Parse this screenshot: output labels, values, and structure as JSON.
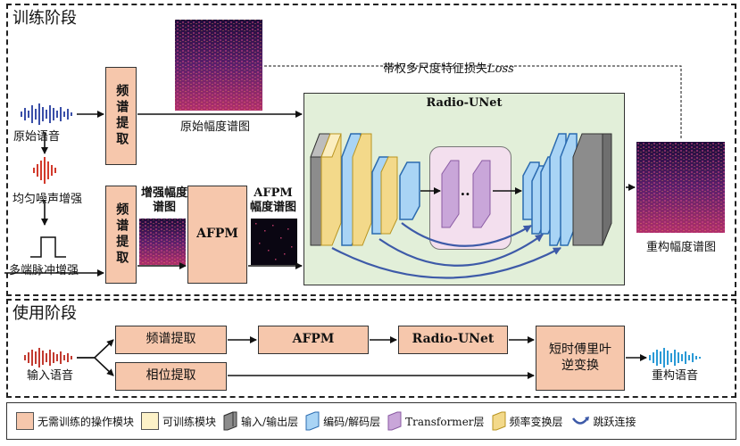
{
  "training": {
    "title": "训练阶段",
    "raw_speech": "原始语音",
    "uniform_noise": "均匀噪声增强",
    "multi_pulse": "多端脉冲增强",
    "spec_extract": "频谱提取",
    "raw_spec_label": "原始幅度谱图",
    "enh_spec_label": "增强幅度谱图",
    "afpm_label": "AFPM",
    "afpm_spec_label": "AFPM幅度谱图",
    "unet_title": "Radio-UNet",
    "loss_prefix": "带权多尺度特征损失",
    "loss_italic": "Loss",
    "recon_spec_label": "重构幅度谱图",
    "dots": "···"
  },
  "usage": {
    "title": "使用阶段",
    "input_speech": "输入语音",
    "spec_extract": "频谱提取",
    "afpm": "AFPM",
    "unet": "Radio-UNet",
    "phase_extract": "相位提取",
    "istft": "短时傅里叶逆变换",
    "recon_speech": "重构语音"
  },
  "legend": {
    "no_train": "无需训练的操作模块",
    "trainable": "可训练模块",
    "io_layer": "输入/输出层",
    "codec_layer": "编码/解码层",
    "transformer": "Transformer层",
    "freq_layer": "频率变换层",
    "skip": "跳跃连接"
  },
  "colors": {
    "op_module": "#f6c7ac",
    "trainable": "#fdf2c8",
    "unet_bg": "#e2efd9",
    "io": "#8c8c8c",
    "codec": "#a9d4f5",
    "transformer": "#c9a6d9",
    "freq": "#f3d98a",
    "skip": "#3d5aa8"
  }
}
